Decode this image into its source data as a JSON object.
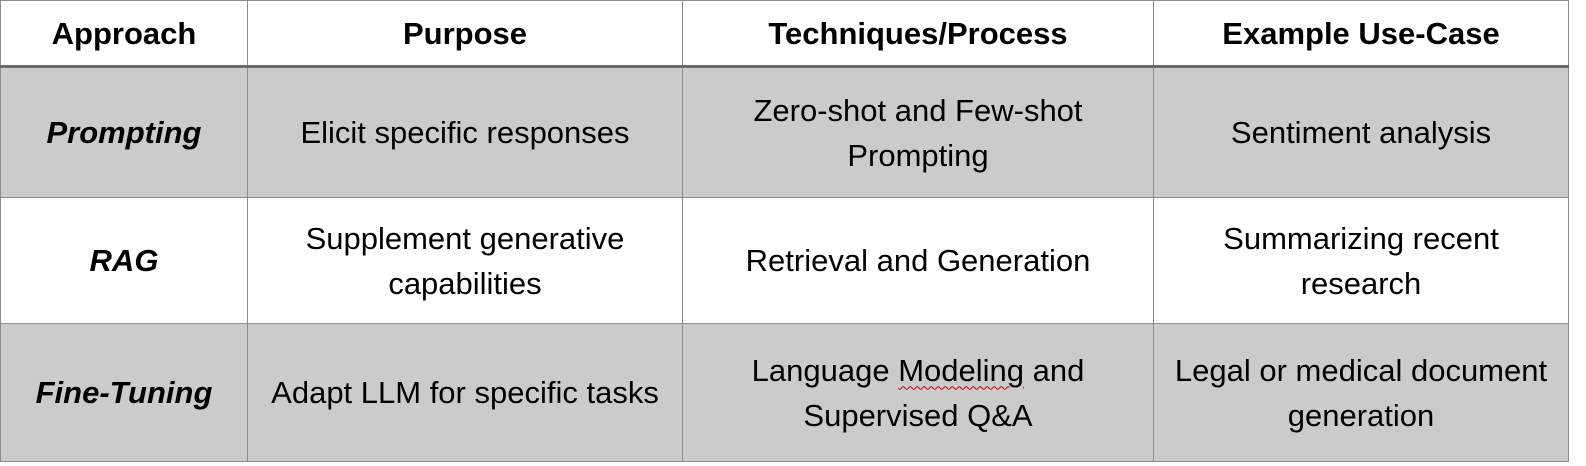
{
  "table": {
    "headers": [
      "Approach",
      "Purpose",
      "Techniques/Process",
      "Example Use-Case"
    ],
    "rows": [
      {
        "approach": "Prompting",
        "purpose": "Elicit specific responses",
        "technique": "Zero-shot and Few-shot Prompting",
        "use_case": "Sentiment analysis"
      },
      {
        "approach": "RAG",
        "purpose": "Supplement generative capabilities",
        "technique": "Retrieval and Generation",
        "use_case": "Summarizing recent research"
      },
      {
        "approach": "Fine-Tuning",
        "purpose": "Adapt LLM for specific tasks",
        "technique_parts": {
          "before": "Language ",
          "flagged_word": "Modeling",
          "after": " and Supervised Q&A"
        },
        "use_case": "Legal or medical document generation"
      }
    ]
  },
  "colors": {
    "shaded_row": "#cbcbcb",
    "plain_row": "#ffffff",
    "grid_line": "#8c8c8c",
    "header_rule": "#6b6b6b",
    "spellcheck_underline": "#c00000"
  }
}
